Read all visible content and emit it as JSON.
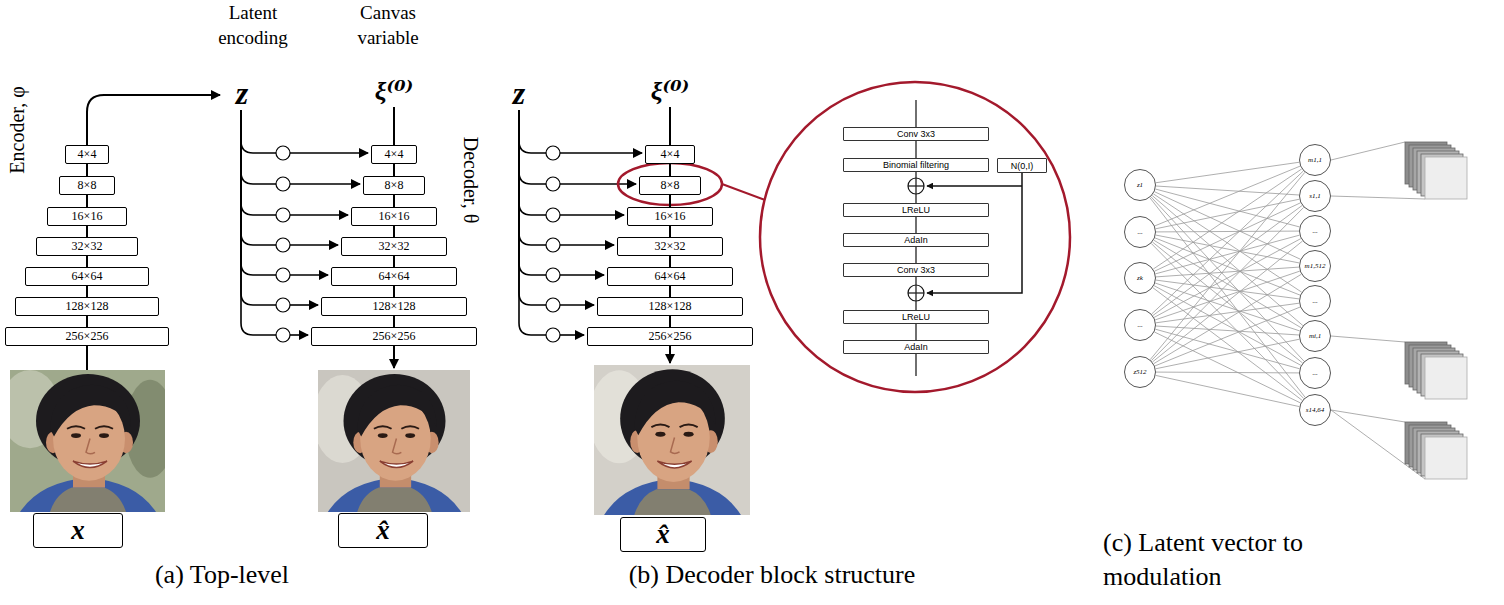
{
  "diagram": {
    "nodes": [
      {
        "text": [
          "4×4"
        ]
      },
      {
        "text": [
          "8×8"
        ]
      },
      {
        "text": [
          "16×16"
        ]
      },
      {
        "text": [
          "32×32"
        ]
      },
      {
        "text": [
          "64×64"
        ]
      },
      {
        "text": [
          "128×128"
        ]
      },
      {
        "text": [
          "256×256"
        ]
      },
      {
        "text": [
          "x"
        ]
      },
      {
        "text": [
          "4×4"
        ]
      },
      {
        "text": [
          "8×8"
        ]
      },
      {
        "text": [
          "16×16"
        ]
      },
      {
        "text": [
          "32×32"
        ]
      },
      {
        "text": [
          "64×64"
        ]
      },
      {
        "text": [
          "128×128"
        ]
      },
      {
        "text": [
          "256×256"
        ]
      },
      {
        "text": [
          "x̂"
        ]
      },
      {
        "text": [
          "4×4"
        ]
      },
      {
        "text": [
          "8×8"
        ]
      },
      {
        "text": [
          "16×16"
        ]
      },
      {
        "text": [
          "32×32"
        ]
      },
      {
        "text": [
          "64×64"
        ]
      },
      {
        "text": [
          "128×128"
        ]
      },
      {
        "text": [
          "256×256"
        ]
      },
      {
        "text": [
          "x̂"
        ]
      },
      {
        "text": [
          "Conv 3x3"
        ]
      },
      {
        "text": [
          "Binomial filtering"
        ]
      },
      {
        "text": [
          "LReLU"
        ]
      },
      {
        "text": [
          "AdaIn"
        ]
      },
      {
        "text": [
          "Conv 3x3"
        ]
      },
      {
        "text": [
          "LReLU"
        ]
      },
      {
        "text": [
          "AdaIn"
        ]
      },
      {
        "text": [
          "N(0,I)"
        ]
      },
      {
        "text": [
          "z1"
        ]
      },
      {
        "text": [
          "..."
        ]
      },
      {
        "text": [
          "zk"
        ]
      },
      {
        "text": [
          "..."
        ]
      },
      {
        "text": [
          "z512"
        ]
      },
      {
        "text": [
          "m1,1"
        ]
      },
      {
        "text": [
          "s1,1"
        ]
      },
      {
        "text": [
          "..."
        ]
      },
      {
        "text": [
          "m1,512"
        ]
      },
      {
        "text": [
          "..."
        ]
      },
      {
        "text": [
          "mi,1"
        ]
      },
      {
        "text": [
          "..."
        ]
      },
      {
        "text": [
          "s14,64"
        ]
      }
    ],
    "edges": [
      {
        "from": 0,
        "to": 1,
        "arrow": "none"
      },
      {
        "from": 1,
        "to": 2,
        "arrow": "none"
      },
      {
        "from": 2,
        "to": 3,
        "arrow": "none"
      },
      {
        "from": 3,
        "to": 4,
        "arrow": "none"
      },
      {
        "from": 4,
        "to": 5,
        "arrow": "none"
      },
      {
        "from": 5,
        "to": 6,
        "arrow": "none"
      },
      {
        "from": 8,
        "to": 9,
        "arrow": "none"
      },
      {
        "from": 9,
        "to": 10,
        "arrow": "none"
      },
      {
        "from": 10,
        "to": 11,
        "arrow": "none"
      },
      {
        "from": 11,
        "to": 12,
        "arrow": "none"
      },
      {
        "from": 12,
        "to": 13,
        "arrow": "none"
      },
      {
        "from": 13,
        "to": 14,
        "arrow": "none"
      },
      {
        "from": 16,
        "to": 17,
        "arrow": "none"
      },
      {
        "from": 17,
        "to": 18,
        "arrow": "none"
      },
      {
        "from": 18,
        "to": 19,
        "arrow": "none"
      },
      {
        "from": 19,
        "to": 20,
        "arrow": "none"
      },
      {
        "from": 20,
        "to": 21,
        "arrow": "none"
      },
      {
        "from": 21,
        "to": 22,
        "arrow": "none"
      },
      {
        "from": 24,
        "to": 25,
        "arrow": "none"
      },
      {
        "from": 25,
        "to": 26,
        "arrow": "none"
      },
      {
        "from": 26,
        "to": 27,
        "arrow": "none"
      },
      {
        "from": 27,
        "to": 28,
        "arrow": "none"
      },
      {
        "from": 28,
        "to": 29,
        "arrow": "none"
      },
      {
        "from": 29,
        "to": 30,
        "arrow": "none"
      },
      {
        "from": 32,
        "to": 37,
        "arrow": "none"
      },
      {
        "from": 32,
        "to": 38,
        "arrow": "none"
      },
      {
        "from": 32,
        "to": 39,
        "arrow": "none"
      },
      {
        "from": 32,
        "to": 40,
        "arrow": "none"
      },
      {
        "from": 32,
        "to": 41,
        "arrow": "none"
      },
      {
        "from": 32,
        "to": 42,
        "arrow": "none"
      },
      {
        "from": 32,
        "to": 43,
        "arrow": "none"
      },
      {
        "from": 32,
        "to": 44,
        "arrow": "none"
      },
      {
        "from": 33,
        "to": 37,
        "arrow": "none"
      },
      {
        "from": 33,
        "to": 38,
        "arrow": "none"
      },
      {
        "from": 33,
        "to": 39,
        "arrow": "none"
      },
      {
        "from": 33,
        "to": 40,
        "arrow": "none"
      },
      {
        "from": 33,
        "to": 41,
        "arrow": "none"
      },
      {
        "from": 33,
        "to": 42,
        "arrow": "none"
      },
      {
        "from": 33,
        "to": 43,
        "arrow": "none"
      },
      {
        "from": 33,
        "to": 44,
        "arrow": "none"
      },
      {
        "from": 34,
        "to": 37,
        "arrow": "none"
      },
      {
        "from": 34,
        "to": 38,
        "arrow": "none"
      },
      {
        "from": 34,
        "to": 39,
        "arrow": "none"
      },
      {
        "from": 34,
        "to": 40,
        "arrow": "none"
      },
      {
        "from": 34,
        "to": 41,
        "arrow": "none"
      },
      {
        "from": 34,
        "to": 42,
        "arrow": "none"
      },
      {
        "from": 34,
        "to": 43,
        "arrow": "none"
      },
      {
        "from": 34,
        "to": 44,
        "arrow": "none"
      },
      {
        "from": 35,
        "to": 37,
        "arrow": "none"
      },
      {
        "from": 35,
        "to": 38,
        "arrow": "none"
      },
      {
        "from": 35,
        "to": 39,
        "arrow": "none"
      },
      {
        "from": 35,
        "to": 40,
        "arrow": "none"
      },
      {
        "from": 35,
        "to": 41,
        "arrow": "none"
      },
      {
        "from": 35,
        "to": 42,
        "arrow": "none"
      },
      {
        "from": 35,
        "to": 43,
        "arrow": "none"
      },
      {
        "from": 35,
        "to": 44,
        "arrow": "none"
      },
      {
        "from": 36,
        "to": 37,
        "arrow": "none"
      },
      {
        "from": 36,
        "to": 38,
        "arrow": "none"
      },
      {
        "from": 36,
        "to": 39,
        "arrow": "none"
      },
      {
        "from": 36,
        "to": 40,
        "arrow": "none"
      },
      {
        "from": 36,
        "to": 41,
        "arrow": "none"
      },
      {
        "from": 36,
        "to": 42,
        "arrow": "none"
      },
      {
        "from": 36,
        "to": 43,
        "arrow": "none"
      },
      {
        "from": 36,
        "to": 44,
        "arrow": "none"
      }
    ],
    "labels": [
      "Latent encoding",
      "Canvas variable",
      "Encoder, φ",
      "z",
      "ξ⁽⁰⁾",
      "Decoder, θ",
      "z",
      "ξ⁽⁰⁾",
      "(a) Top-level",
      "(b) Decoder block structure",
      "(c) Latent vector to modulation"
    ]
  }
}
